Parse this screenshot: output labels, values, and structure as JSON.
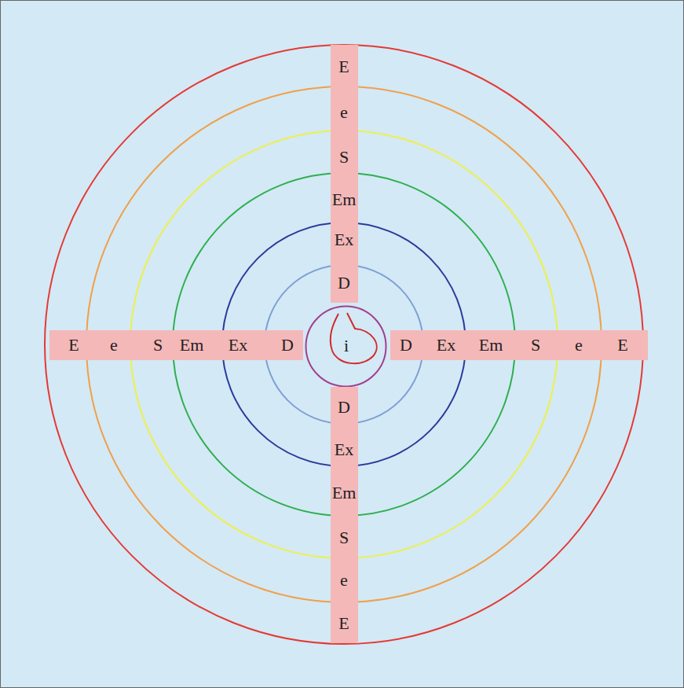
{
  "diagram": {
    "nodes": [
      {
        "text": [
          "E",
          "e",
          "S",
          "Em",
          "Ex",
          "D"
        ]
      },
      {
        "text": [
          "E",
          "e",
          "S",
          "Em",
          "Ex",
          "D"
        ]
      },
      {
        "text": [
          "i"
        ]
      },
      {
        "text": [
          "D",
          "Ex",
          "Em",
          "S",
          "e",
          "E"
        ]
      },
      {
        "text": [
          "D",
          "Ex",
          "Em",
          "S",
          "e",
          "E"
        ]
      }
    ]
  }
}
